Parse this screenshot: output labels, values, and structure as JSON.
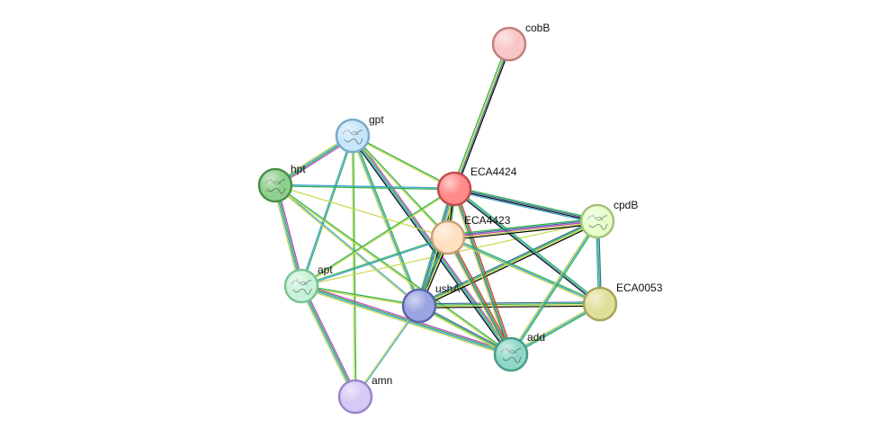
{
  "nodes": [
    {
      "id": "cobB",
      "label": "cobB",
      "color": "#f7c6c6",
      "stroke": "#c27e7e",
      "structure": false
    },
    {
      "id": "gpt",
      "label": "gpt",
      "color": "#c8e6fa",
      "stroke": "#7aa9c8",
      "structure": true
    },
    {
      "id": "hpt",
      "label": "hpt",
      "color": "#8fd08f",
      "stroke": "#4a8f4a",
      "structure": true
    },
    {
      "id": "ECA4424",
      "label": "ECA4424",
      "color": "#ff8a8a",
      "stroke": "#c24a4a",
      "structure": false
    },
    {
      "id": "ECA4423",
      "label": "ECA4423",
      "color": "#ffe0c0",
      "stroke": "#c9a07a",
      "structure": false
    },
    {
      "id": "cpdB",
      "label": "cpdB",
      "color": "#e6ffc8",
      "stroke": "#a2c27a",
      "structure": true
    },
    {
      "id": "apt",
      "label": "apt",
      "color": "#c8f2d8",
      "stroke": "#7ac293",
      "structure": true
    },
    {
      "id": "ushA",
      "label": "ushA",
      "color": "#9aa4e0",
      "stroke": "#5b64a8",
      "structure": false
    },
    {
      "id": "ECA0053",
      "label": "ECA0053",
      "color": "#e0df9a",
      "stroke": "#a6a45a",
      "structure": false
    },
    {
      "id": "add",
      "label": "add",
      "color": "#8fd8c8",
      "stroke": "#4a9a8a",
      "structure": true
    },
    {
      "id": "amn",
      "label": "amn",
      "color": "#d6c8f7",
      "stroke": "#9a86c9",
      "structure": false
    }
  ],
  "edges": [
    {
      "source": "cobB",
      "target": "ECA4424",
      "channels": [
        "#000000",
        "#3b6aa0",
        "#c8d84a",
        "#2bb04a"
      ]
    },
    {
      "source": "gpt",
      "target": "hpt",
      "channels": [
        "#c040c0",
        "#2bb04a",
        "#3ba0d0",
        "#c8d84a"
      ]
    },
    {
      "source": "gpt",
      "target": "apt",
      "channels": [
        "#2bb04a",
        "#3ba0d0"
      ]
    },
    {
      "source": "gpt",
      "target": "ushA",
      "channels": [
        "#2bb04a",
        "#3ba0d0",
        "#c8d84a"
      ]
    },
    {
      "source": "gpt",
      "target": "add",
      "channels": [
        "#c040c0",
        "#2bb04a",
        "#3ba0d0",
        "#000000"
      ]
    },
    {
      "source": "gpt",
      "target": "ECA4424",
      "channels": [
        "#2bb04a",
        "#c8d84a"
      ]
    },
    {
      "source": "gpt",
      "target": "ECA4423",
      "channels": [
        "#2bb04a",
        "#c8d84a"
      ]
    },
    {
      "source": "gpt",
      "target": "amn",
      "channels": [
        "#2bb04a",
        "#c8d84a"
      ]
    },
    {
      "source": "hpt",
      "target": "apt",
      "channels": [
        "#c040c0",
        "#2bb04a",
        "#3ba0d0",
        "#c8d84a"
      ]
    },
    {
      "source": "hpt",
      "target": "ECA4424",
      "channels": [
        "#3ba0d0",
        "#2bb04a"
      ]
    },
    {
      "source": "hpt",
      "target": "ushA",
      "channels": [
        "#3ba0d0",
        "#c8d84a"
      ]
    },
    {
      "source": "hpt",
      "target": "add",
      "channels": [
        "#2bb04a",
        "#c8d84a"
      ]
    },
    {
      "source": "hpt",
      "target": "ECA4423",
      "channels": [
        "#c8d84a"
      ]
    },
    {
      "source": "apt",
      "target": "amn",
      "channels": [
        "#c040c0",
        "#2bb04a",
        "#3ba0d0",
        "#c8d84a"
      ]
    },
    {
      "source": "apt",
      "target": "ushA",
      "channels": [
        "#2bb04a",
        "#c8d84a"
      ]
    },
    {
      "source": "apt",
      "target": "add",
      "channels": [
        "#c040c0",
        "#2bb04a",
        "#3ba0d0",
        "#c8d84a"
      ]
    },
    {
      "source": "apt",
      "target": "ECA4424",
      "channels": [
        "#2bb04a",
        "#c8d84a"
      ]
    },
    {
      "source": "apt",
      "target": "ECA4423",
      "channels": [
        "#2bb04a",
        "#3ba0d0"
      ]
    },
    {
      "source": "apt",
      "target": "cpdB",
      "channels": [
        "#c8d84a"
      ]
    },
    {
      "source": "ushA",
      "target": "amn",
      "channels": [
        "#3ba0d0",
        "#c8d84a"
      ]
    },
    {
      "source": "ushA",
      "target": "ECA4424",
      "channels": [
        "#2bb04a",
        "#3b6aa0",
        "#3ba0d0",
        "#c8d84a",
        "#000000"
      ]
    },
    {
      "source": "ushA",
      "target": "ECA4423",
      "channels": [
        "#2bb04a",
        "#3b6aa0",
        "#c8d84a",
        "#000000"
      ]
    },
    {
      "source": "ushA",
      "target": "cpdB",
      "channels": [
        "#3b6aa0",
        "#2bb04a",
        "#c8d84a",
        "#000000"
      ]
    },
    {
      "source": "ushA",
      "target": "ECA0053",
      "channels": [
        "#3b6aa0",
        "#2bb04a",
        "#c8d84a",
        "#000000"
      ]
    },
    {
      "source": "ushA",
      "target": "add",
      "channels": [
        "#3b6aa0",
        "#2bb04a",
        "#c8d84a"
      ]
    },
    {
      "source": "ECA4424",
      "target": "ECA4423",
      "channels": [
        "#2bb04a",
        "#000000",
        "#c8d84a"
      ]
    },
    {
      "source": "ECA4424",
      "target": "cpdB",
      "channels": [
        "#2bb04a",
        "#3b6aa0",
        "#000000",
        "#3ba0d0"
      ]
    },
    {
      "source": "ECA4424",
      "target": "ECA0053",
      "channels": [
        "#2bb04a",
        "#3ba0d0",
        "#000000"
      ]
    },
    {
      "source": "ECA4424",
      "target": "add",
      "channels": [
        "#e03030",
        "#2bb04a",
        "#3b6aa0",
        "#c8d84a"
      ]
    },
    {
      "source": "ECA4423",
      "target": "cpdB",
      "channels": [
        "#2bb04a",
        "#3b6aa0",
        "#c040c0",
        "#c8d84a",
        "#000000"
      ]
    },
    {
      "source": "ECA4423",
      "target": "ECA0053",
      "channels": [
        "#2bb04a",
        "#3ba0d0",
        "#c8d84a"
      ]
    },
    {
      "source": "ECA4423",
      "target": "add",
      "channels": [
        "#e03030",
        "#2bb04a",
        "#3b6aa0",
        "#c8d84a"
      ]
    },
    {
      "source": "cpdB",
      "target": "ECA0053",
      "channels": [
        "#3b6aa0",
        "#2bb04a",
        "#3ba0d0"
      ]
    },
    {
      "source": "cpdB",
      "target": "add",
      "channels": [
        "#2bb04a",
        "#3ba0d0",
        "#c8d84a"
      ]
    },
    {
      "source": "ECA0053",
      "target": "add",
      "channels": [
        "#2bb04a",
        "#3ba0d0",
        "#c8d84a"
      ]
    }
  ]
}
